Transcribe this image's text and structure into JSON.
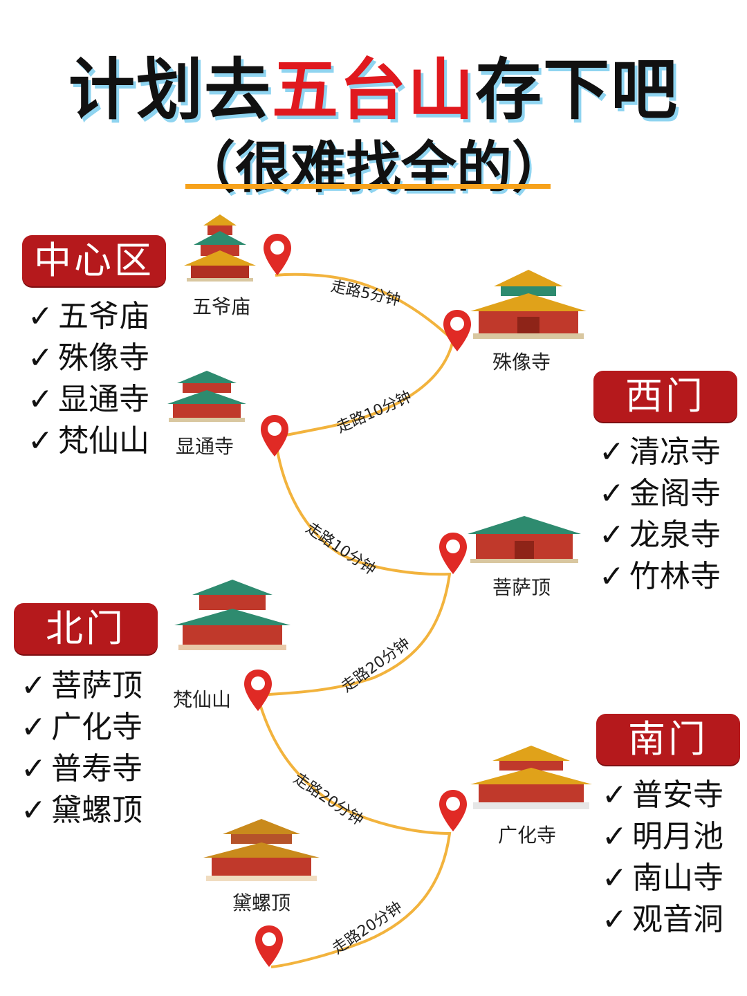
{
  "title": {
    "part1": "计划去",
    "highlight": "五台山",
    "part2": "存下吧",
    "subtitle": "（很难找全的）"
  },
  "colors": {
    "accent_red": "#e0191e",
    "badge_red": "#b5191c",
    "route_line": "#f2b33d",
    "pin_red": "#e02a25",
    "underline": "#f7a21b"
  },
  "check_mark": "✓",
  "sections": {
    "center": {
      "label": "中心区",
      "items": [
        "五爷庙",
        "殊像寺",
        "显通寺",
        "梵仙山"
      ]
    },
    "west": {
      "label": "西门",
      "items": [
        "清凉寺",
        "金阁寺",
        "龙泉寺",
        "竹林寺"
      ]
    },
    "north": {
      "label": "北门",
      "items": [
        "菩萨顶",
        "广化寺",
        "普寿寺",
        "黛螺顶"
      ]
    },
    "south": {
      "label": "南门",
      "items": [
        "普安寺",
        "明月池",
        "南山寺",
        "观音洞"
      ]
    }
  },
  "route": {
    "places": [
      "五爷庙",
      "殊像寺",
      "显通寺",
      "菩萨顶",
      "梵仙山",
      "广化寺",
      "黛螺顶"
    ],
    "walks": [
      "走路5分钟",
      "走路10分钟",
      "走路10分钟",
      "走路20分钟",
      "走路20分钟",
      "走路20分钟"
    ]
  },
  "icons": [
    "map-pin-icon",
    "temple-icon",
    "check-icon"
  ]
}
